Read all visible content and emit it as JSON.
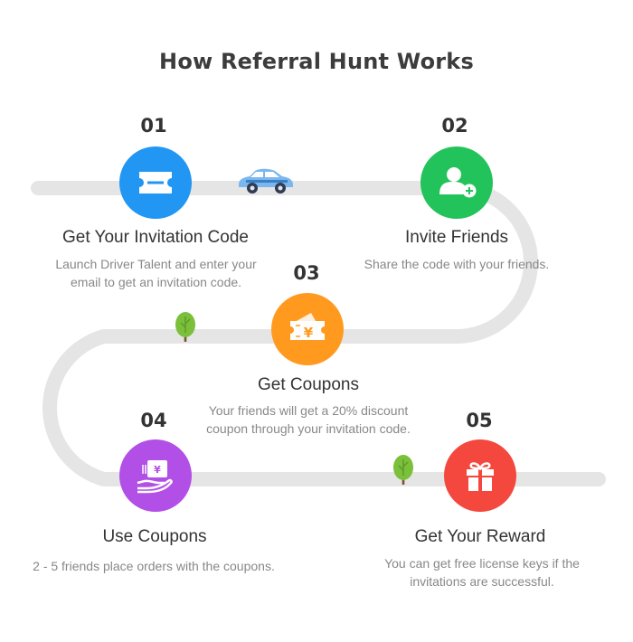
{
  "title": "How Referral Hunt Works",
  "colors": {
    "road": "#e5e5e5",
    "step1": "#2196f3",
    "step2": "#22c35a",
    "step3": "#ff9a1e",
    "step4": "#b24fe6",
    "step5": "#f4473d",
    "tree": "#7bc03a"
  },
  "steps": [
    {
      "number": "01",
      "title": "Get Your Invitation Code",
      "description": "Launch Driver Talent and enter your email to get an invitation code.",
      "icon": "ticket-icon"
    },
    {
      "number": "02",
      "title": "Invite Friends",
      "description": "Share the code with your friends.",
      "icon": "add-user-icon"
    },
    {
      "number": "03",
      "title": "Get Coupons",
      "description": "Your friends will get a 20% discount coupon through your invitation code.",
      "icon": "yen-coupon-icon"
    },
    {
      "number": "04",
      "title": "Use Coupons",
      "description": "2 - 5 friends place orders with the coupons.",
      "icon": "hand-coupon-icon"
    },
    {
      "number": "05",
      "title": "Get Your Reward",
      "description": "You can get free license keys if the invitations are successful.",
      "icon": "gift-icon"
    }
  ]
}
